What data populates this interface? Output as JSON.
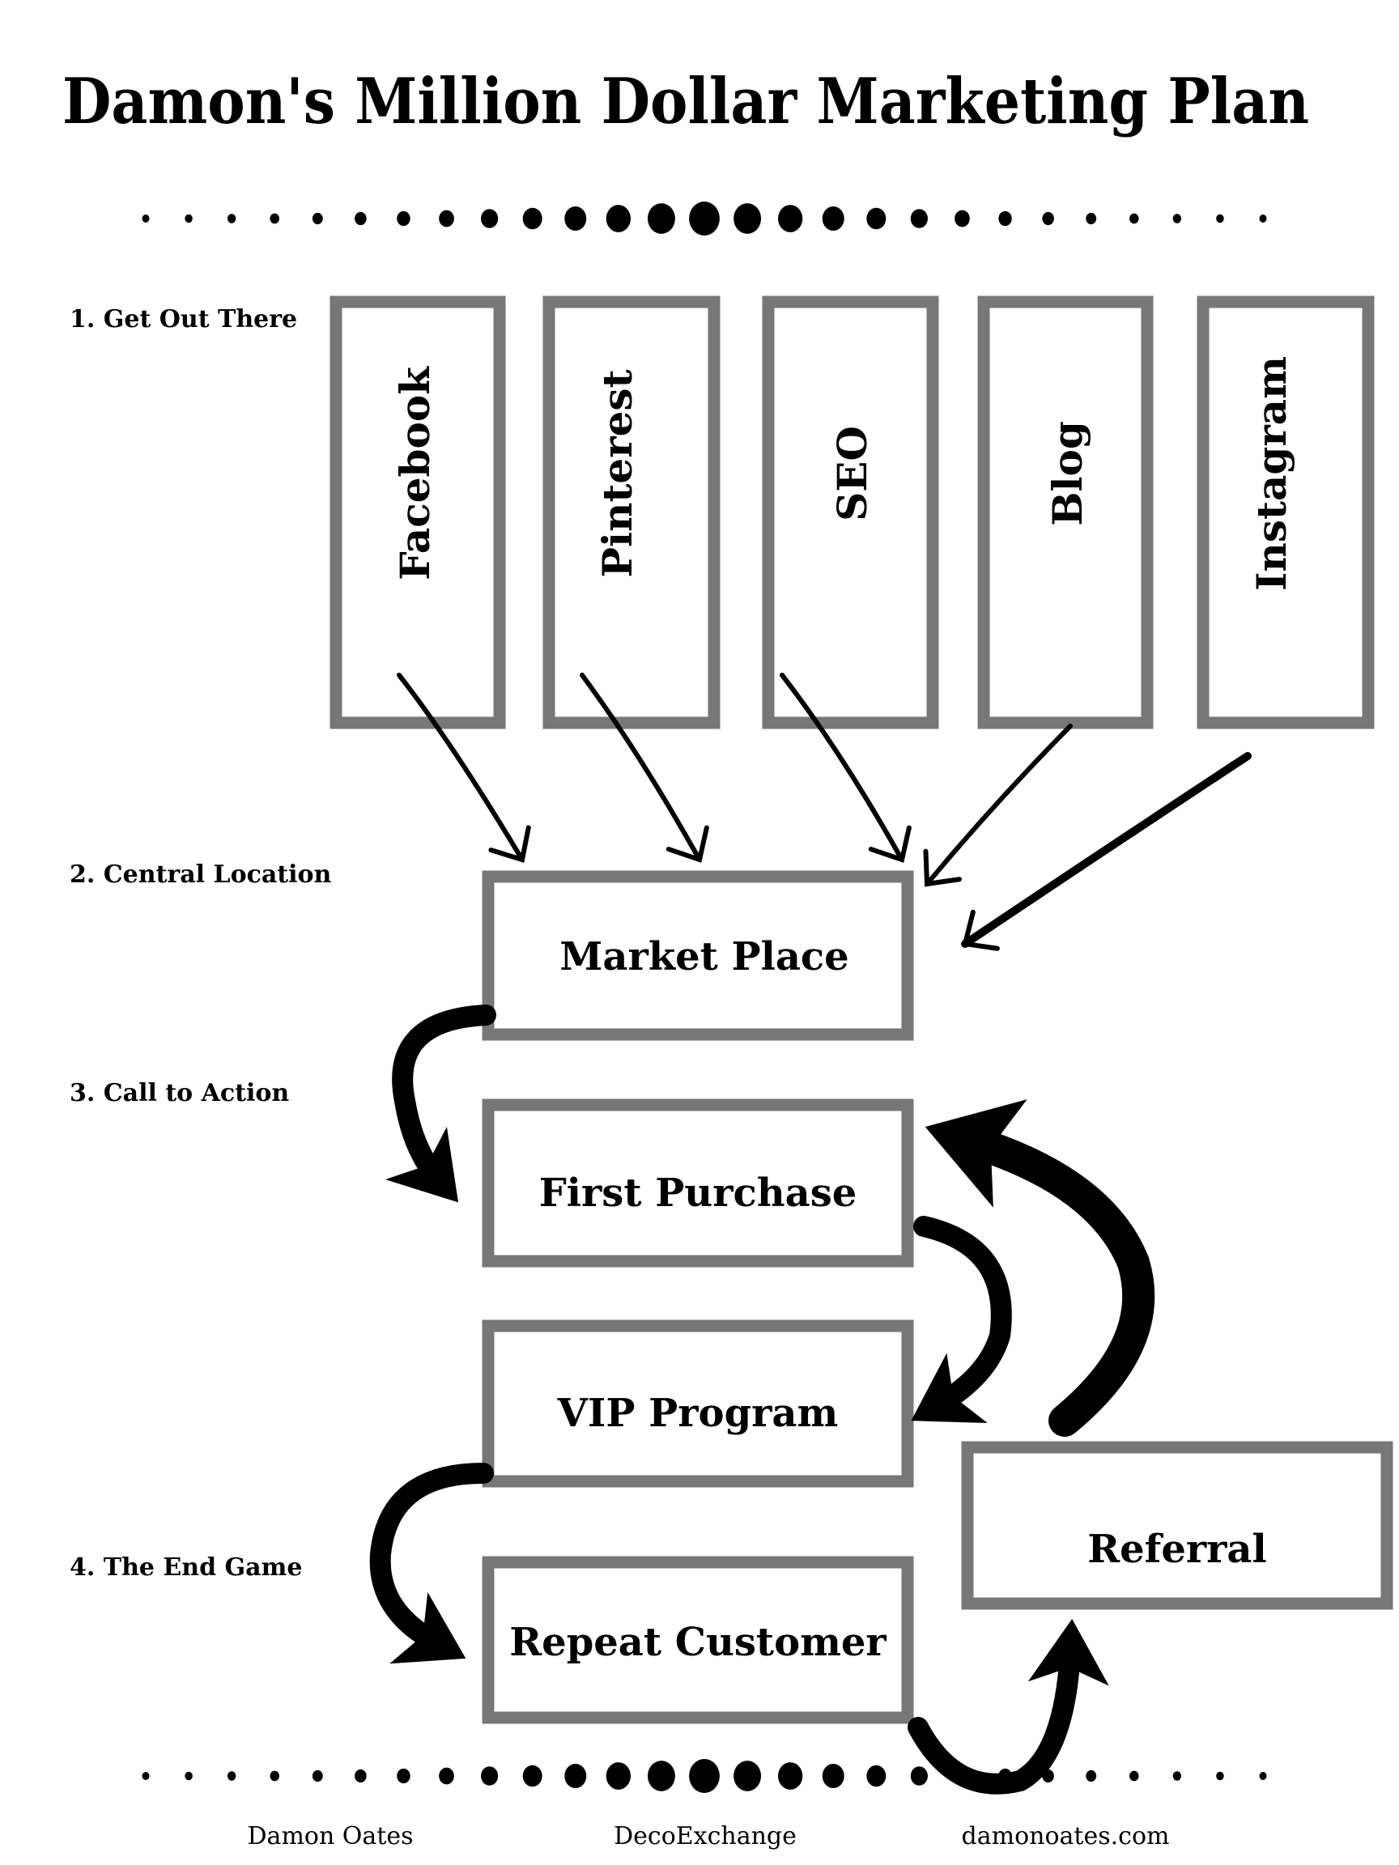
{
  "title": "Damon's Million Dollar Marketing Plan",
  "steps": [
    {
      "label": "1.  Get Out There"
    },
    {
      "label": "2. Central Location"
    },
    {
      "label": "3. Call to Action"
    },
    {
      "label": "4. The End Game"
    }
  ],
  "channels": [
    "Facebook",
    "Pinterest",
    "SEO",
    "Blog",
    "Instagram"
  ],
  "funnel": {
    "market_place": "Market Place",
    "first_purchase": "First Purchase",
    "vip_program": "VIP Program",
    "repeat_customer": "Repeat Customer",
    "referral": "Referral"
  },
  "footer": [
    "Damon Oates",
    "DecoExchange",
    "damonoates.com"
  ],
  "colors": {
    "box_border": "#777777",
    "ink": "#000000"
  }
}
